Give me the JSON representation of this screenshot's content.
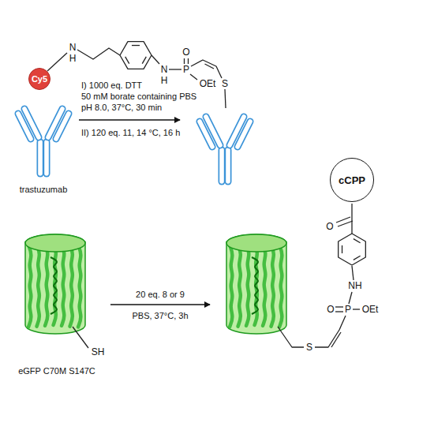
{
  "diagram": {
    "nodes": [
      {
        "text": [
          "Cy5"
        ]
      },
      {
        "text": [
          "cCPP"
        ]
      }
    ],
    "labels": [
      "I) 1000 eq. DTT",
      "50 mM borate containing PBS",
      "pH 8.0, 37°C, 30 min",
      "II) 120 eq. 11, 14 °C, 16 h",
      "trastuzumab",
      "N",
      "H",
      "N",
      "H",
      "P",
      "O",
      "OEt",
      "S",
      "20 eq. 8 or 9",
      "PBS, 37°C, 3h",
      "SH",
      "eGFP C70M S147C",
      "O",
      "NH",
      "O",
      "P",
      "OEt",
      "S"
    ]
  }
}
